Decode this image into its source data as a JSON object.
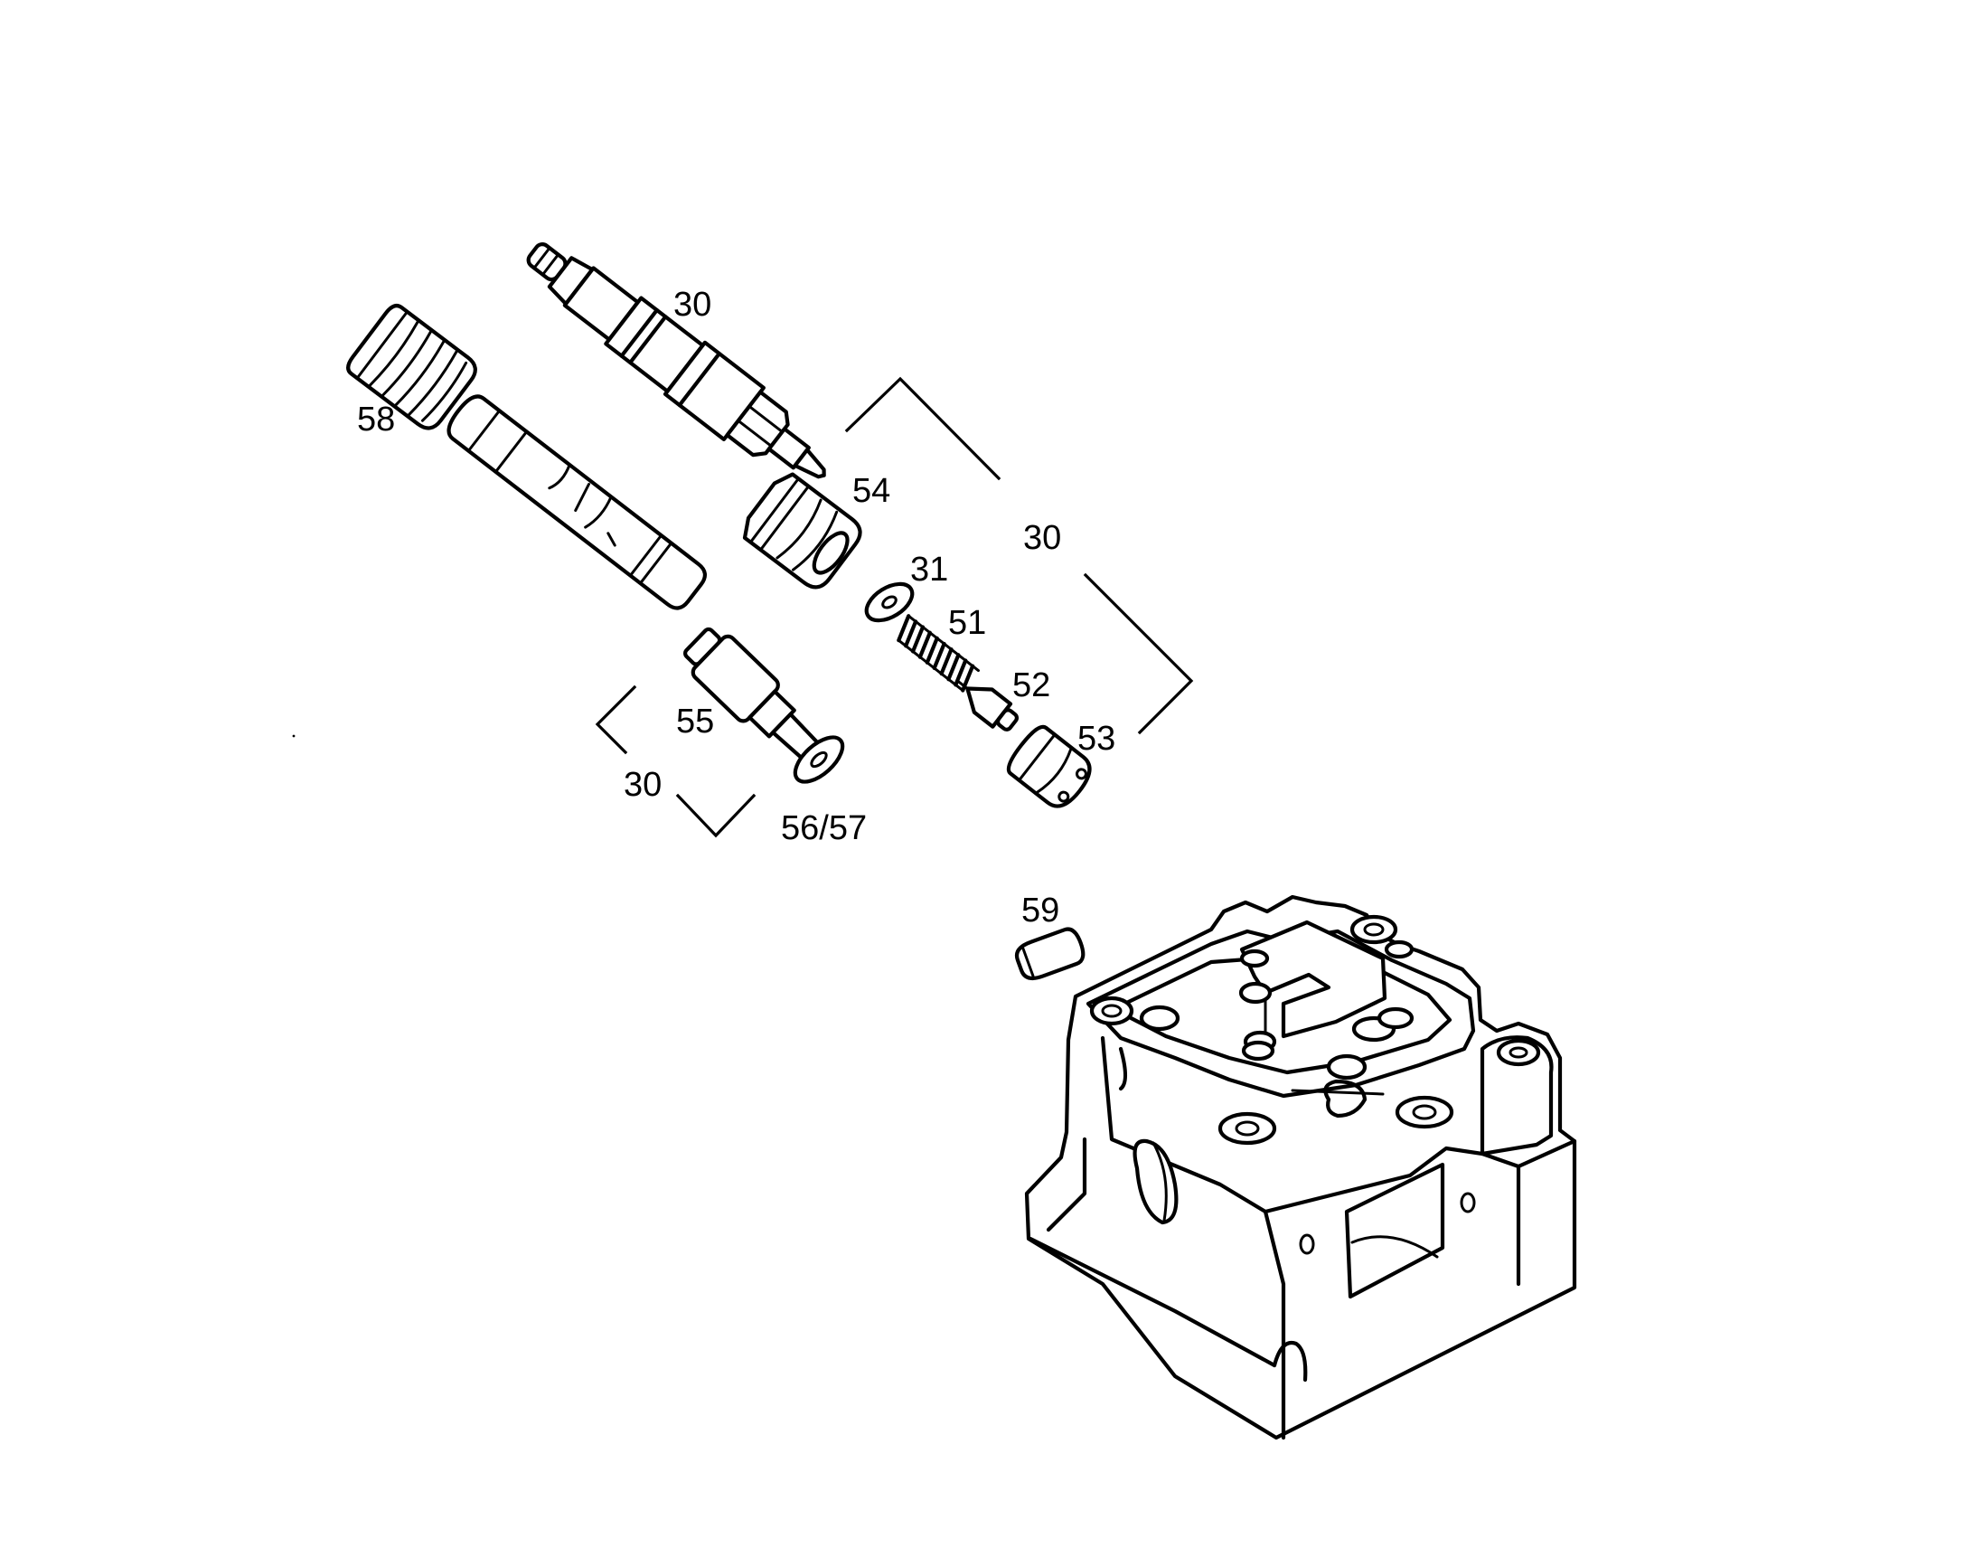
{
  "diagram": {
    "labels": {
      "injector_30": "30",
      "nut_58": "58",
      "nut_54": "54",
      "bracket_group_30": "30",
      "washer_31": "31",
      "spring_51": "51",
      "valve_52": "52",
      "cap_53": "53",
      "nozzle_55": "55",
      "bracket_group_30_lower": "30",
      "washer_56_57": "56/57",
      "plug_59": "59"
    }
  }
}
